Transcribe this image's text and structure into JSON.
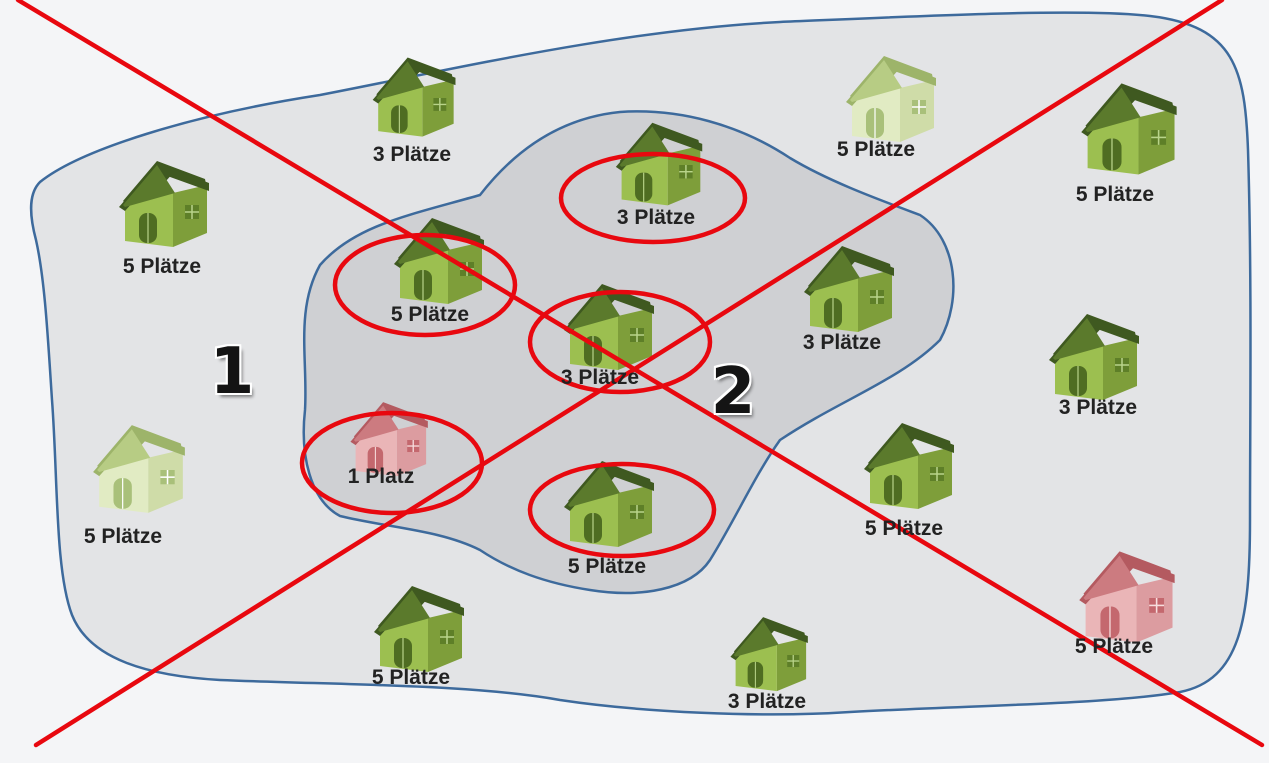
{
  "colors": {
    "outer_zone_fill": "#e3e4e6",
    "inner_zone_fill": "#cfd0d3",
    "zone_border": "#3d6a9c",
    "marker_red": "#e8080f",
    "house_green": "#8aa83c",
    "house_red": "#d98a8e"
  },
  "zones": [
    {
      "id": "outer",
      "label": "1"
    },
    {
      "id": "inner",
      "label": "2"
    }
  ],
  "houses": [
    {
      "label": "3 Plätze",
      "style": "green",
      "circled": false
    },
    {
      "label": "5 Plätze",
      "style": "faded",
      "circled": false
    },
    {
      "label": "5 Plätze",
      "style": "green",
      "circled": false
    },
    {
      "label": "5 Plätze",
      "style": "green",
      "circled": false
    },
    {
      "label": "3 Plätze",
      "style": "green",
      "circled": true
    },
    {
      "label": "5 Plätze",
      "style": "green",
      "circled": true
    },
    {
      "label": "3 Plätze",
      "style": "green",
      "circled": false
    },
    {
      "label": "3 Plätze",
      "style": "green",
      "circled": true
    },
    {
      "label": "3 Plätze",
      "style": "green",
      "circled": false
    },
    {
      "label": "1 Platz",
      "style": "red",
      "circled": true
    },
    {
      "label": "5 Plätze",
      "style": "faded",
      "circled": false
    },
    {
      "label": "5 Plätze",
      "style": "green",
      "circled": true
    },
    {
      "label": "5 Plätze",
      "style": "green",
      "circled": false
    },
    {
      "label": "5 Plätze",
      "style": "green",
      "circled": false
    },
    {
      "label": "3 Plätze",
      "style": "green",
      "circled": false
    },
    {
      "label": "5 Plätze",
      "style": "red",
      "circled": false
    }
  ],
  "crossed_out": true
}
